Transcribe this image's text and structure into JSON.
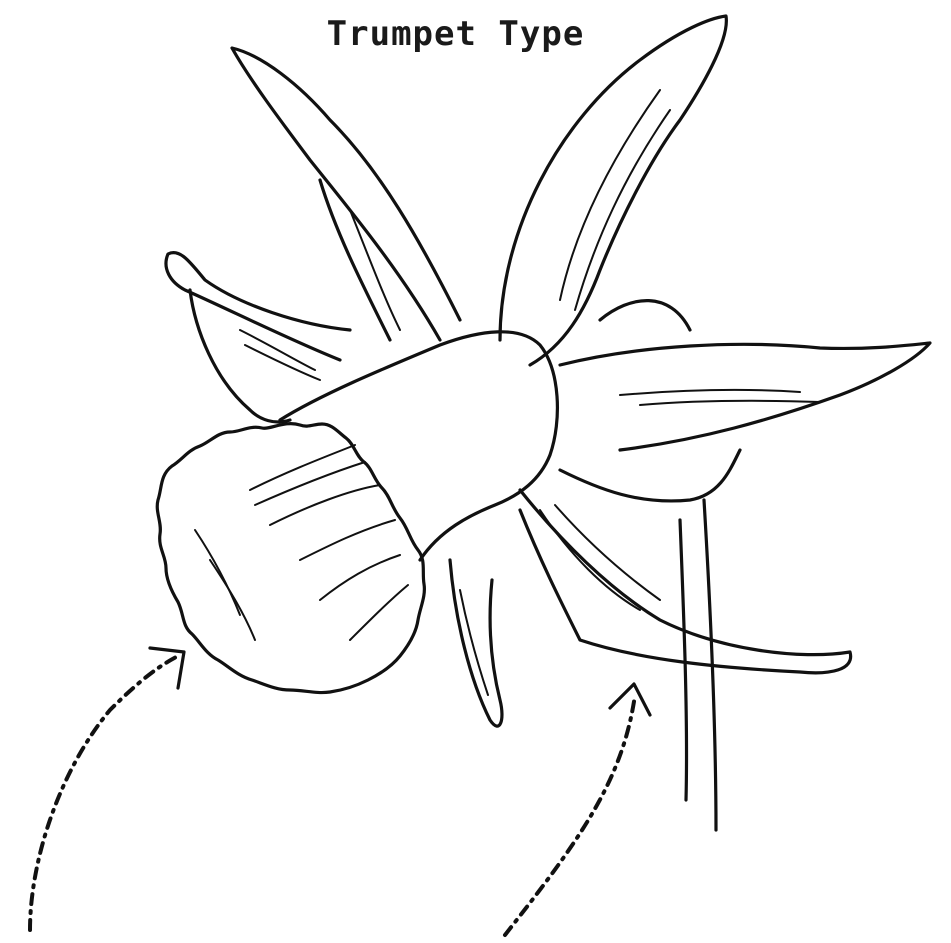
{
  "title": "Trumpet Type",
  "colors": {
    "ink": "#111111",
    "paper": "#ffffff"
  },
  "parts": [
    {
      "name": "corona-trumpet"
    },
    {
      "name": "perianth-petals"
    },
    {
      "name": "stem"
    }
  ]
}
